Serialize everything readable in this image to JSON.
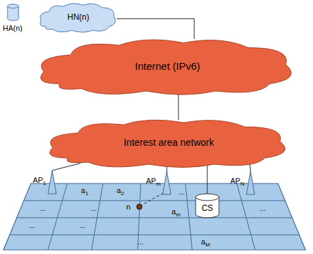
{
  "diagram": {
    "nodes": [
      {
        "text": [
          "HA(n)"
        ]
      },
      {
        "text": [
          "HN(n)"
        ]
      },
      {
        "text": [
          "Internet (IPv6)"
        ]
      },
      {
        "text": [
          "Interest area network"
        ]
      },
      {
        "text": [
          "AP",
          "1"
        ]
      },
      {
        "text": [
          "AP",
          "m"
        ]
      },
      {
        "text": [
          "AP",
          "N"
        ]
      },
      {
        "text": [
          "CS"
        ]
      },
      {
        "text": [
          "n"
        ]
      }
    ],
    "edges": [
      {
        "from": 1,
        "to": 2,
        "arrow": "none"
      },
      {
        "from": 2,
        "to": 3,
        "arrow": "none"
      },
      {
        "from": 3,
        "to": 4,
        "arrow": "none"
      },
      {
        "from": 3,
        "to": 5,
        "arrow": "none"
      },
      {
        "from": 3,
        "to": 6,
        "arrow": "none"
      },
      {
        "from": 3,
        "to": 7,
        "arrow": "none"
      },
      {
        "from": 5,
        "to": 8,
        "arrow": "none"
      }
    ],
    "labels": [
      "a",
      "1",
      "a",
      "2",
      "...",
      "...",
      "...",
      "a",
      "m",
      "...",
      "...",
      "...",
      "a",
      "M",
      "..."
    ]
  }
}
